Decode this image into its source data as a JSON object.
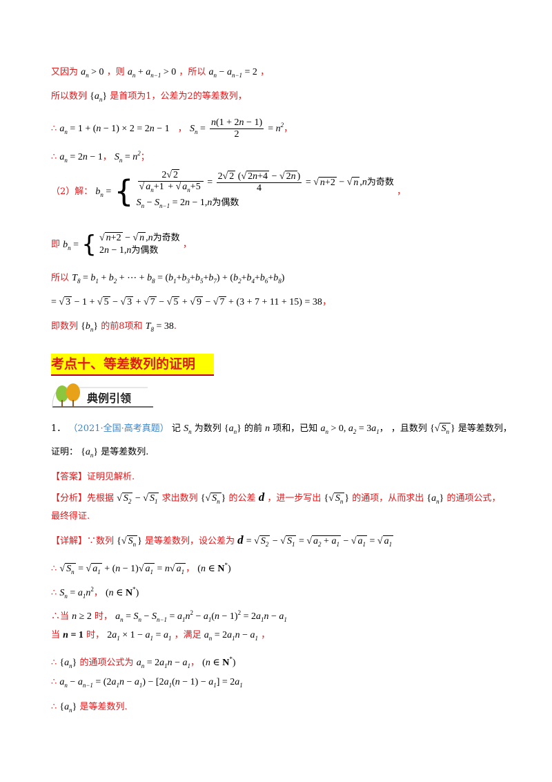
{
  "solution_part1": {
    "line1_a": "又因为",
    "line1_b": "，则",
    "line1_c": "，所以",
    "line1_d": "，",
    "line2": "所以数列",
    "line2_b": "是首项为1，公差为2的等差数列，",
    "line3_therefore": "∴",
    "line4_therefore": "∴",
    "part2_label": "（2）解：",
    "odd": "为奇数",
    "even": "为偶数",
    "ji": "即",
    "suoyi": "所以",
    "sum_result": "= 38",
    "conclusion_a": "即数列",
    "conclusion_b": "的前8项和",
    "conclusion_c": "."
  },
  "section": {
    "title": "考点十、等差数列的证明",
    "banner": "典例引领"
  },
  "problem": {
    "number": "1．",
    "source": "（2021·全国·高考真题）",
    "text_a": "记",
    "text_b": "为数列",
    "text_c": "的前",
    "text_d": "项和，已知",
    "text_e": "，且数列",
    "text_f": "是等差数列，",
    "prove": "证明：",
    "prove_b": "是等差数列."
  },
  "answer": {
    "label": "【答案】",
    "text": "证明见解析."
  },
  "analysis": {
    "label": "【分析】",
    "text_a": "先根据",
    "text_b": "求出数列",
    "text_c": "的公差",
    "text_d": "，进一步写出",
    "text_e": "的通项，从而求出",
    "text_f": "的通项公式，",
    "text_g": "最终得证."
  },
  "detail": {
    "label": "【详解】",
    "because": "∵数列",
    "text_a": "是等差数列，设公差为",
    "line_n_ge2": "∴当",
    "line_n_ge2_b": "时，",
    "n1_a": "当",
    "n1_b": "时，",
    "n1_c": "，满足",
    "n1_d": "，",
    "general_a": "∴",
    "general_b": "的通项公式为",
    "final_a": "∴",
    "final_b": "是等差数列."
  }
}
